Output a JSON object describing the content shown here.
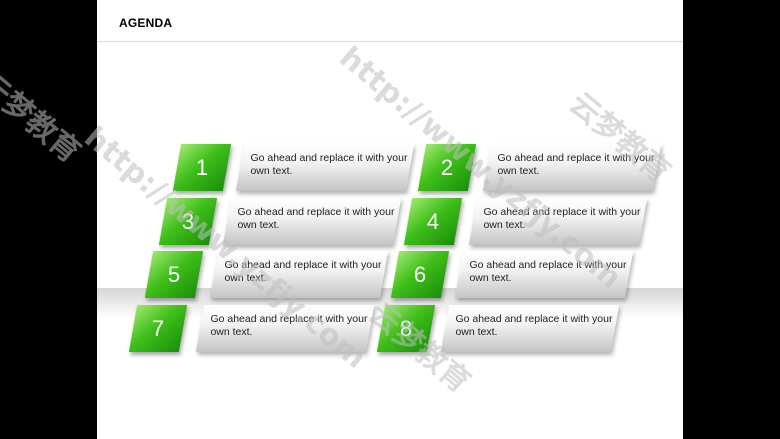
{
  "slide": {
    "title": "AGENDA",
    "items": [
      {
        "number": "1",
        "text": "Go ahead and replace it with your own text."
      },
      {
        "number": "2",
        "text": "Go ahead and replace it with your own text."
      },
      {
        "number": "3",
        "text": "Go ahead and replace it with your own text."
      },
      {
        "number": "4",
        "text": "Go ahead and replace it with your own text."
      },
      {
        "number": "5",
        "text": "Go ahead and replace it with your own text."
      },
      {
        "number": "6",
        "text": "Go ahead and replace it with your own text."
      },
      {
        "number": "7",
        "text": "Go ahead and replace it with your own text."
      },
      {
        "number": "8",
        "text": "Go ahead and replace it with your own text."
      }
    ]
  },
  "watermark": {
    "url": "http://www.yzfjy.com",
    "brand": "云梦教育"
  },
  "colors": {
    "accent_green": "#3fbf1a",
    "background": "#000000",
    "slide": "#ffffff"
  }
}
